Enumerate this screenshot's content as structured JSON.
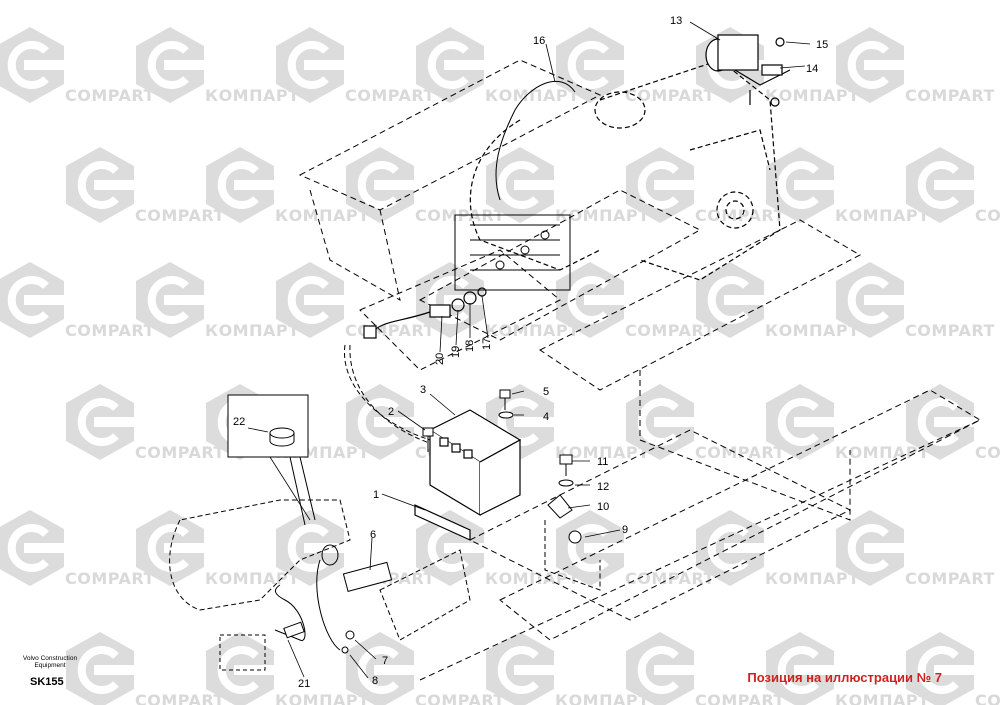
{
  "watermark": {
    "latin": "COMPART",
    "cyrillic": "КОМПАРТ",
    "color": "#d9d9d9"
  },
  "footer": {
    "manufacturer_line1": "Volvo Construction",
    "manufacturer_line2": "Equipment",
    "model": "SK155",
    "caption": "Позиция на иллюстрации № 7",
    "caption_color": "#d22020"
  },
  "callouts": [
    "1",
    "2",
    "3",
    "4",
    "5",
    "6",
    "7",
    "8",
    "9",
    "10",
    "11",
    "12",
    "13",
    "14",
    "15",
    "16",
    "17",
    "18",
    "19",
    "20",
    "21",
    "22"
  ]
}
